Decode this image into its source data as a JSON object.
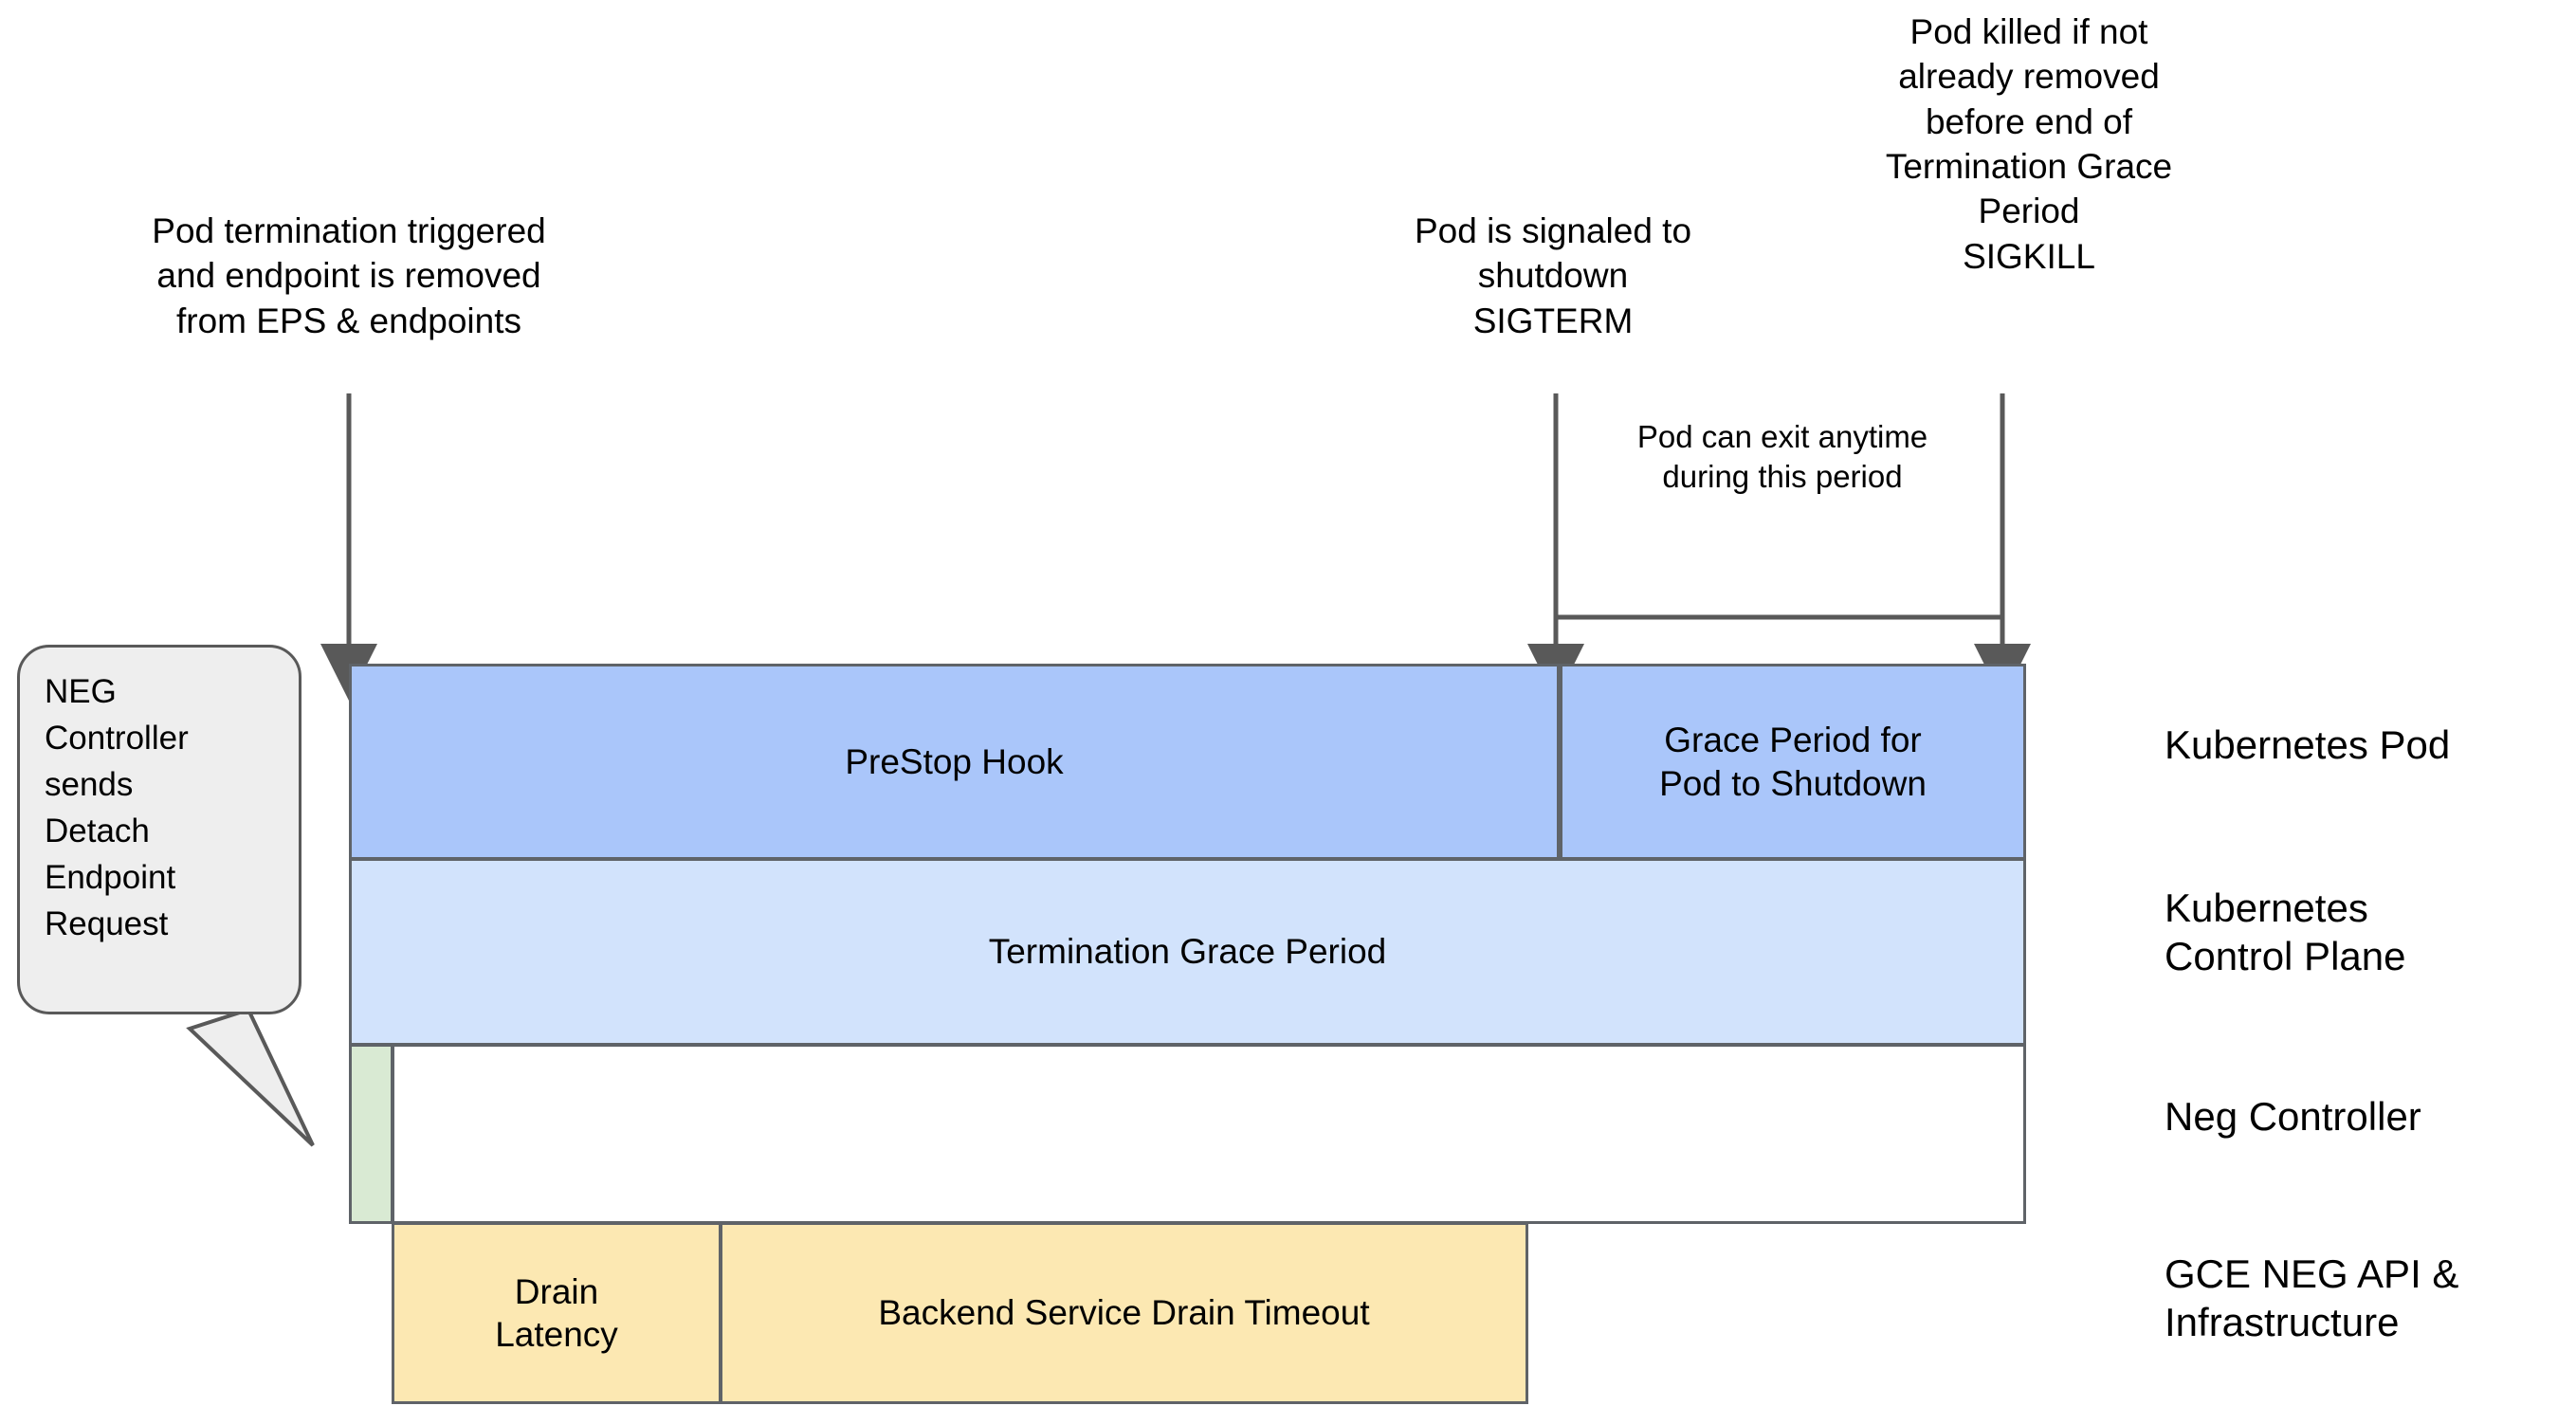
{
  "diagram": {
    "title_annotations": {
      "pod_termination": "Pod termination triggered\nand endpoint is removed\nfrom EPS & endpoints",
      "sigterm": "Pod is signaled to\nshutdown\nSIGTERM",
      "sigkill": "Pod killed if not\nalready removed\nbefore end of\nTermination Grace\nPeriod\nSIGKILL",
      "pod_exit": "Pod can exit anytime\nduring this period"
    },
    "callout": {
      "text": "NEG\nController\nsends\nDetach\nEndpoint\nRequest"
    },
    "rows": [
      {
        "label": "Kubernetes Pod",
        "segments": [
          {
            "label": "PreStop Hook",
            "color": "#aac6fa"
          },
          {
            "label": "Grace Period for\nPod to Shutdown",
            "color": "#aac6fa"
          }
        ]
      },
      {
        "label": "Kubernetes\nControl Plane",
        "segments": [
          {
            "label": "Termination Grace Period",
            "color": "#d2e3fc"
          }
        ]
      },
      {
        "label": "Neg Controller",
        "segments": [
          {
            "label": "",
            "color": "#d9ead3"
          },
          {
            "label": "",
            "color": "#ffffff"
          }
        ]
      },
      {
        "label": "GCE NEG API &\nInfrastructure",
        "segments": [
          {
            "label": "Drain\nLatency",
            "color": "#fce8b2"
          },
          {
            "label": "Backend Service Drain Timeout",
            "color": "#fce8b2"
          }
        ]
      }
    ],
    "colors": {
      "prestop_hook": "#aac6fa",
      "grace_period": "#aac6fa",
      "termination_grace_period": "#d2e3fc",
      "neg_controller_detach": "#d9ead3",
      "drain_latency": "#fce8b2",
      "backend_drain_timeout": "#fce8b2",
      "callout_background": "#eeeeee",
      "stroke": "#5f6368",
      "arrow": "#595959",
      "background": "#ffffff"
    }
  }
}
